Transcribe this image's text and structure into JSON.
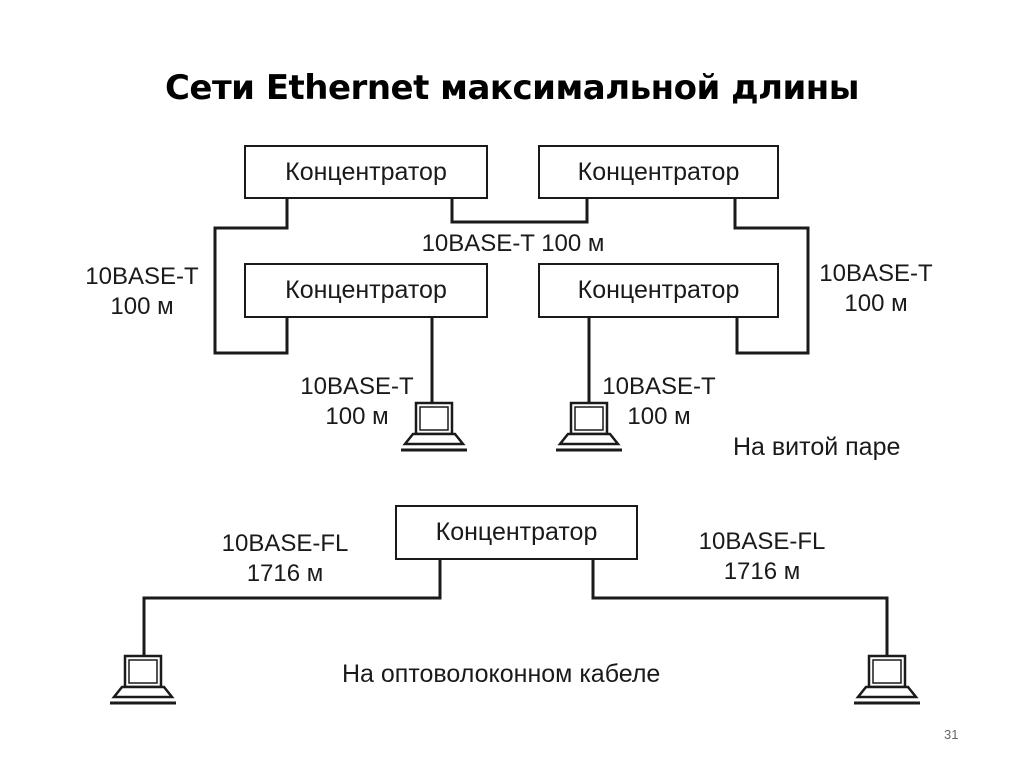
{
  "title": "Сети Ethernet максимальной длины",
  "hub_label": "Концентратор",
  "twisted_pair": {
    "caption": "На витой паре",
    "left_link": {
      "type": "10BASE-T",
      "length": "100 м"
    },
    "right_link": {
      "type": "10BASE-T",
      "length": "100 м"
    },
    "middle_link": "10BASE-T 100 м",
    "left_pc_link": {
      "type": "10BASE-T",
      "length": "100 м"
    },
    "right_pc_link": {
      "type": "10BASE-T",
      "length": "100 м"
    }
  },
  "fiber": {
    "caption": "На оптоволоконном кабеле",
    "left_link": {
      "type": "10BASE-FL",
      "length": "1716 м"
    },
    "right_link": {
      "type": "10BASE-FL",
      "length": "1716 м"
    }
  },
  "page_number": "31"
}
